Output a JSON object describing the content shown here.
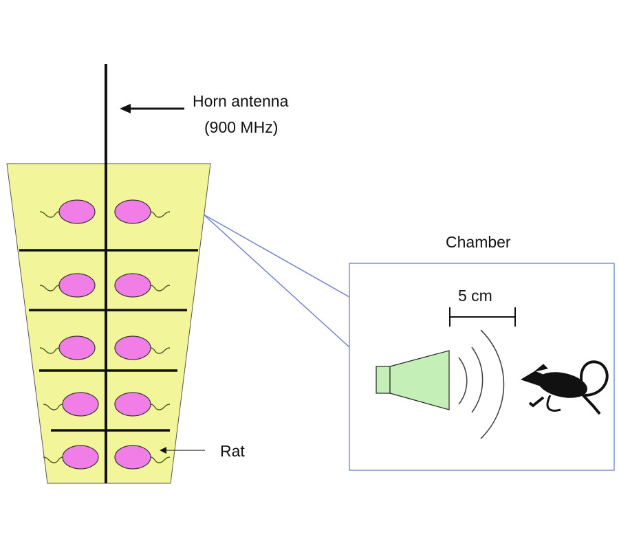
{
  "labels": {
    "antenna_line1": "Horn antenna",
    "antenna_line2": "(900 MHz)",
    "chamber": "Chamber",
    "distance": "5 cm",
    "rat": "Rat"
  },
  "colors": {
    "cage_fill": "#f2f59a",
    "rat_fill": "#f07ee6",
    "horn_fill": "#c4f0b8",
    "zoom_line": "#6f7fcf"
  },
  "cage": {
    "shelves": 5,
    "rats_per_shelf": 2
  }
}
